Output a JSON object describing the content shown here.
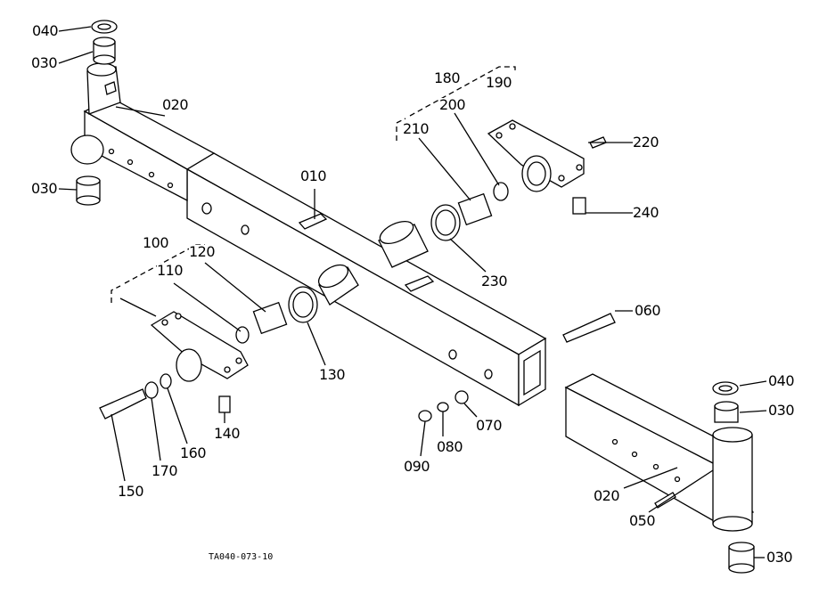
{
  "diagram_code": "TA040-073-10",
  "part_labels": {
    "l040a": "040",
    "l030a": "030",
    "l020a": "020",
    "l030b": "030",
    "l010": "010",
    "l180": "180",
    "l190": "190",
    "l200": "200",
    "l210": "210",
    "l220": "220",
    "l240": "240",
    "l230": "230",
    "l100": "100",
    "l110": "110",
    "l120": "120",
    "l130": "130",
    "l060": "060",
    "l140": "140",
    "l160": "160",
    "l170": "170",
    "l150": "150",
    "l090": "090",
    "l080": "080",
    "l070": "070",
    "l040b": "040",
    "l030c": "030",
    "l020b": "020",
    "l050": "050",
    "l030d": "030"
  }
}
